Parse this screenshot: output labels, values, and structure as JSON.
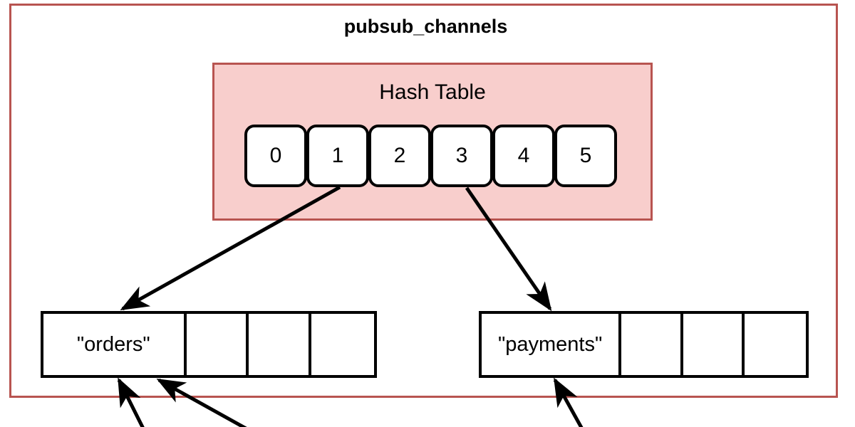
{
  "diagram": {
    "title": "pubsub_channels",
    "outer_border_color": "#b85450",
    "hash_table": {
      "label": "Hash Table",
      "fill_color": "#f8cecc",
      "border_color": "#b85450",
      "buckets": [
        {
          "label": "0"
        },
        {
          "label": "1"
        },
        {
          "label": "2"
        },
        {
          "label": "3"
        },
        {
          "label": "4"
        },
        {
          "label": "5"
        }
      ]
    },
    "chains": [
      {
        "name": "orders-chain",
        "cells": [
          {
            "label": "\"orders\""
          },
          {
            "label": ""
          },
          {
            "label": ""
          },
          {
            "label": ""
          }
        ]
      },
      {
        "name": "payments-chain",
        "cells": [
          {
            "label": "\"payments\""
          },
          {
            "label": ""
          },
          {
            "label": ""
          },
          {
            "label": ""
          }
        ]
      }
    ],
    "connectors": [
      {
        "name": "bucket-1-to-orders",
        "from": "bucket 1",
        "to": "\"orders\""
      },
      {
        "name": "bucket-3-to-payments",
        "from": "bucket 3",
        "to": "\"payments\""
      },
      {
        "name": "subscriber-to-orders-left",
        "from": "below",
        "to": "\"orders\""
      },
      {
        "name": "subscriber-to-orders-right",
        "from": "below",
        "to": "\"orders\""
      },
      {
        "name": "subscriber-to-payments",
        "from": "below",
        "to": "\"payments\""
      }
    ]
  }
}
